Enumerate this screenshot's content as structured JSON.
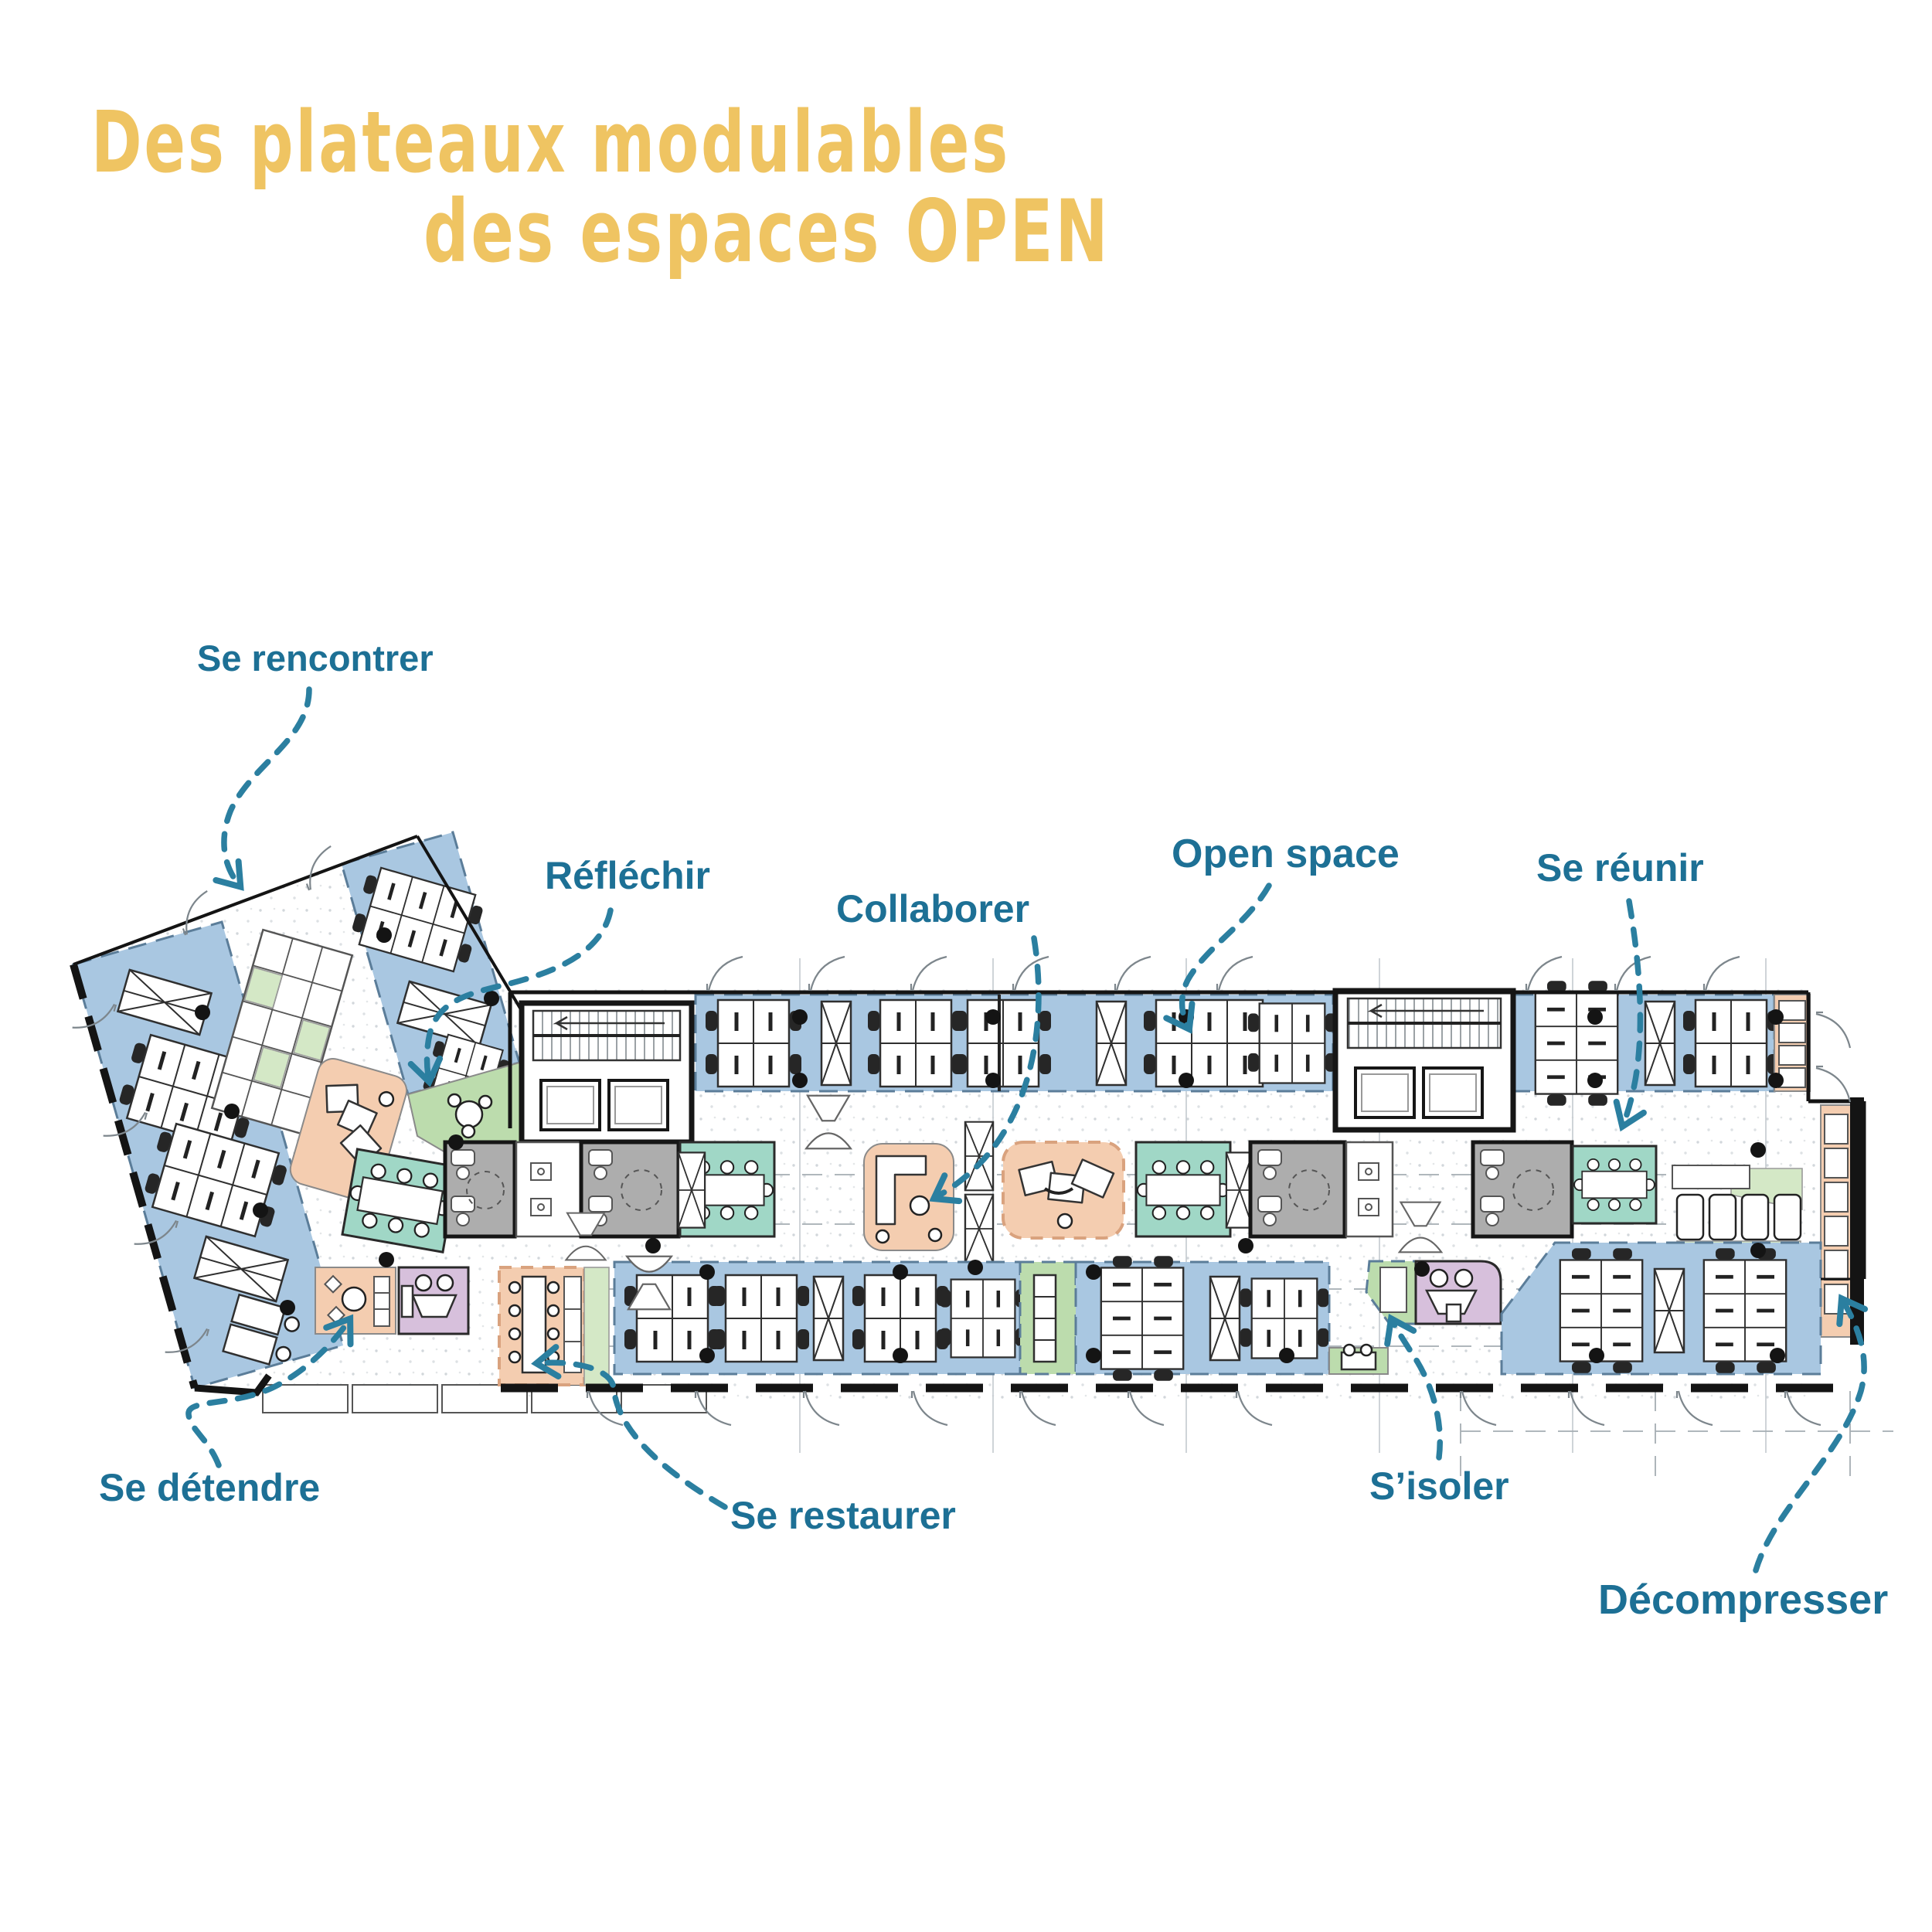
{
  "title": {
    "line1": "Des plateaux modulables",
    "line2": "des espaces OPEN"
  },
  "annotations": {
    "se_rencontrer": "Se rencontrer",
    "reflechir": "Réfléchir",
    "collaborer": "Collaborer",
    "open_space": "Open space",
    "se_reunir": "Se réunir",
    "se_detendre": "Se détendre",
    "se_restaurer": "Se restaurer",
    "s_isoler": "S’isoler",
    "decompresser": "Décompresser"
  },
  "colors": {
    "accent_yellow": "#EFC462",
    "label_teal": "#1D7095",
    "leader_teal": "#2B7FA0",
    "room_blue": "#A9C7E1",
    "room_blue_border": "#5B7D99",
    "room_peach": "#F4CDB0",
    "peach_border": "#D9A27E",
    "room_teal": "#A0D7C6",
    "room_green": "#BCDCAD",
    "room_green_light": "#D4E8C6",
    "room_purple": "#D7C0DC",
    "wc_gray": "#ADADAD",
    "wall": "#141414"
  }
}
